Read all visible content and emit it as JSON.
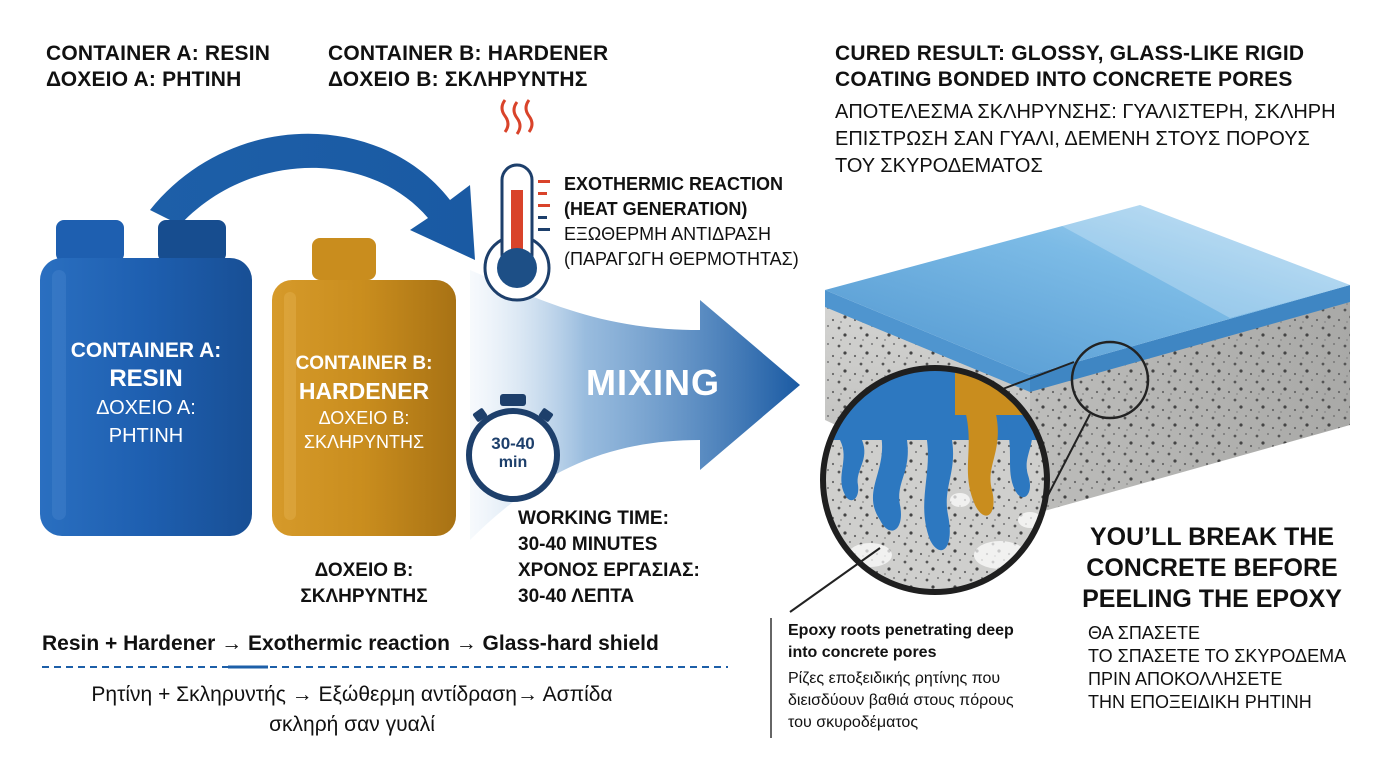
{
  "labels": {
    "container_a_en": "CONTAINER A: RESIN",
    "container_a_el": "ΔΟΧΕΙΟ Α: ΡΗΤΙΝΗ",
    "container_b_en": "CONTAINER B: HARDENER",
    "container_b_el": "ΔΟΧΕΙΟ Β: ΣΚΛΗΡΥΝΤΗΣ",
    "result_en_line1": "CURED RESULT: GLOSSY, GLASS-LIKE RIGID",
    "result_en_line2": "COATING BONDED INTO CONCRETE PORES",
    "result_el_line1": "ΑΠΟΤΕΛΕΣΜΑ ΣΚΛΗΡΥΝΣΗΣ: ΓΥΑΛΙΣΤΕΡΗ, ΣΚΛΗΡΗ",
    "result_el_line2": "ΕΠΙΣΤΡΩΣΗ ΣΑΝ ΓΥΑΛΙ, ΔΕΜΕΝΗ ΣΤΟΥΣ ΠΟΡΟΥΣ",
    "result_el_line3": "ΤΟΥ ΣΚΥΡΟΔΕΜΑΤΟΣ"
  },
  "bottle_a": {
    "line1": "CONTAINER A:",
    "line2": "RESIN",
    "line3": "ΔΟΧΕΙΟ Α:",
    "line4": "ΡΗΤΙΝΗ",
    "color": "#1e5fb0"
  },
  "bottle_b": {
    "line1": "CONTAINER B:",
    "line2": "HARDENER",
    "line3": "ΔΟΧΕΙΟ Β:",
    "line4": "ΣΚΛΗΡΥΝΤΗΣ",
    "color": "#c98d1e",
    "caption1": "ΔΟΧΕΙΟ Β:",
    "caption2": "ΣΚΛΗΡΥΝΤΗΣ"
  },
  "heat": {
    "line1": "EXOTHERMIC REACTION",
    "line2": "(HEAT GENERATION)",
    "line3": "ΕΞΩΘΕΡΜΗ ΑΝΤΙΔΡΑΣΗ",
    "line4": "(ΠΑΡΑΓΩΓΗ ΘΕΡΜΟΤΗΤΑΣ)"
  },
  "mixing": {
    "label": "MIXING"
  },
  "timer": {
    "value": "30-40",
    "unit": "min",
    "line1": "WORKING TIME:",
    "line2": "30-40 MINUTES",
    "line3": "ΧΡΟΝΟΣ ΕΡΓΑΣΙΑΣ:",
    "line4": "30-40 ΛΕΠΤΑ"
  },
  "formula": {
    "en": "Resin + Hardener → Exothermic reaction → Glass-hard shield",
    "el_line1": "Ρητίνη + Σκληρυντής → Εξώθερμη αντίδραση→ Ασπίδα",
    "el_line2": "σκληρή σαν γυαλί"
  },
  "roots": {
    "en_line1": "Epoxy roots penetrating deep",
    "en_line2": "into concrete pores",
    "el_line1": "Ρίζες εποξειδικής ρητίνης που",
    "el_line2": "διεισδύουν βαθιά στους πόρους",
    "el_line3": "του σκυροδέματος"
  },
  "claim": {
    "en_line1": "YOU’LL BREAK THE",
    "en_line2": "CONCRETE BEFORE",
    "en_line3": "PEELING THE EPOXY",
    "el_line1": "ΘΑ ΣΠΑΣΕΤΕ",
    "el_line2": "ΤΟ ΣΠΑΣΕΤΕ ΤΟ ΣΚΥΡΟΔΕΜΑ",
    "el_line3": "ΠΡΙΝ ΑΠΟΚΟΛΛΗΣΕΤΕ",
    "el_line4": "ΤΗΝ ΕΠΟΞΕΙΔΙΚΗ ΡΗΤΙΝΗ"
  },
  "colors": {
    "resin_blue": "#1e5fb0",
    "hardener_amber": "#c98d1e",
    "arrow_blue": "#1d5fa8",
    "thermo_red": "#d9432a",
    "epoxy_surface": "#6fb1e0",
    "concrete": "#cfcfcf"
  }
}
